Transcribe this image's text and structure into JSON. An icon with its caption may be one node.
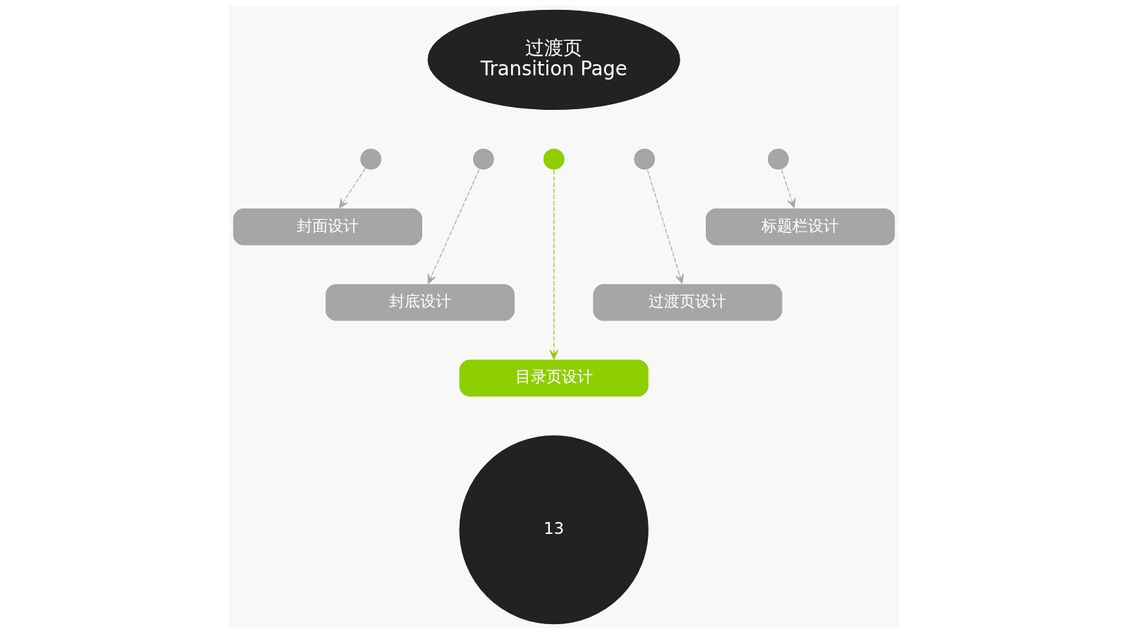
{
  "diagram": {
    "nodes": [
      {
        "text": [
          "过渡页",
          "Transition Page"
        ]
      },
      {
        "text": [],
        "shape": "circle"
      },
      {
        "text": [],
        "shape": "circle"
      },
      {
        "text": [],
        "shape": "circle"
      },
      {
        "text": [],
        "shape": "circle"
      },
      {
        "text": [],
        "shape": "circle"
      },
      {
        "text": [
          "封面设计"
        ]
      },
      {
        "text": [
          "标题栏设计"
        ]
      },
      {
        "text": [
          "封底设计"
        ]
      },
      {
        "text": [
          "过渡页设计"
        ]
      },
      {
        "text": [
          "目录页设计"
        ]
      },
      {
        "text": [
          "13"
        ]
      }
    ],
    "edges": [
      {
        "from": 1,
        "to": 6,
        "arrow": "to",
        "style": "dashed"
      },
      {
        "from": 2,
        "to": 8,
        "arrow": "to",
        "style": "dashed"
      },
      {
        "from": 3,
        "to": 10,
        "arrow": "to",
        "style": "dashed",
        "color": "#8fce00"
      },
      {
        "from": 4,
        "to": 9,
        "arrow": "to",
        "style": "dashed"
      },
      {
        "from": 5,
        "to": 7,
        "arrow": "to",
        "style": "dashed"
      }
    ]
  }
}
